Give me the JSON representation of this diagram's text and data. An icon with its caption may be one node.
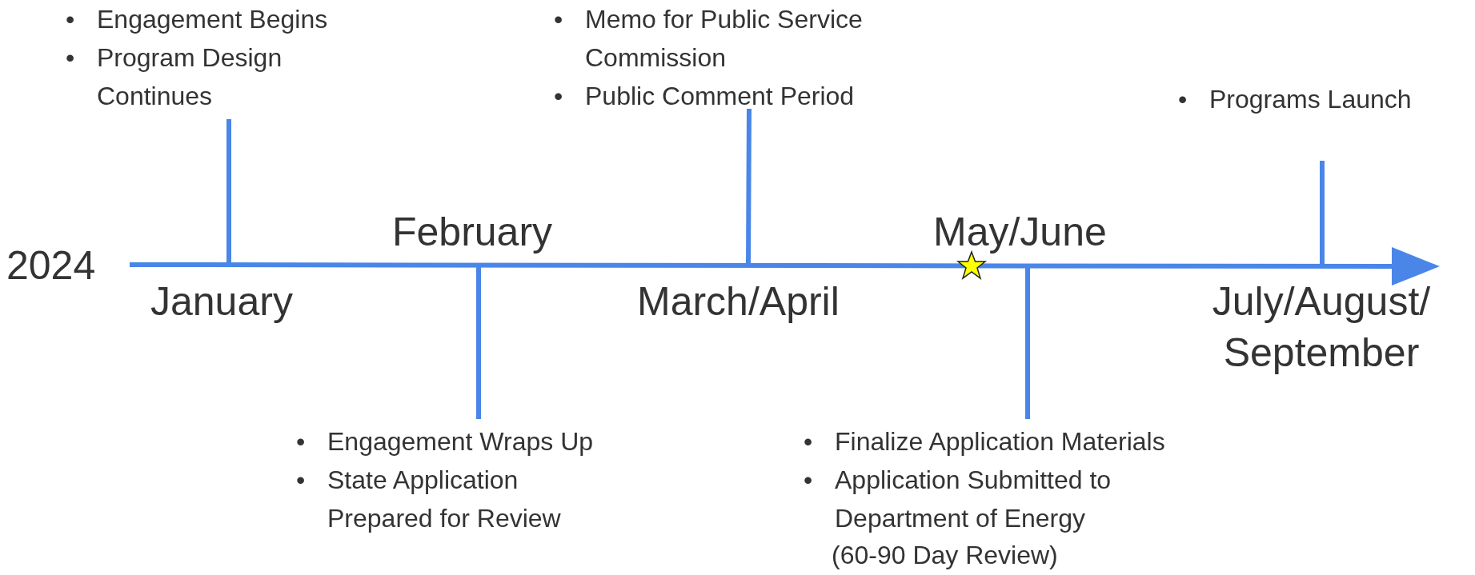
{
  "diagram": {
    "labels": [
      "•",
      "Engagement Begins",
      "•",
      "Program Design Continues",
      "•",
      "Memo for Public Service Commission",
      "•",
      "Public Comment Period",
      "•",
      "Programs Launch",
      "February",
      "May/June",
      "2024",
      "January",
      "March/April",
      "July/August/ September",
      "•",
      "Engagement Wraps Up",
      "•",
      "State Application Prepared for Review",
      "•",
      "Finalize Application Materials",
      "•",
      "Application Submitted to Department of Energy",
      "(60-90 Day Review)"
    ]
  }
}
